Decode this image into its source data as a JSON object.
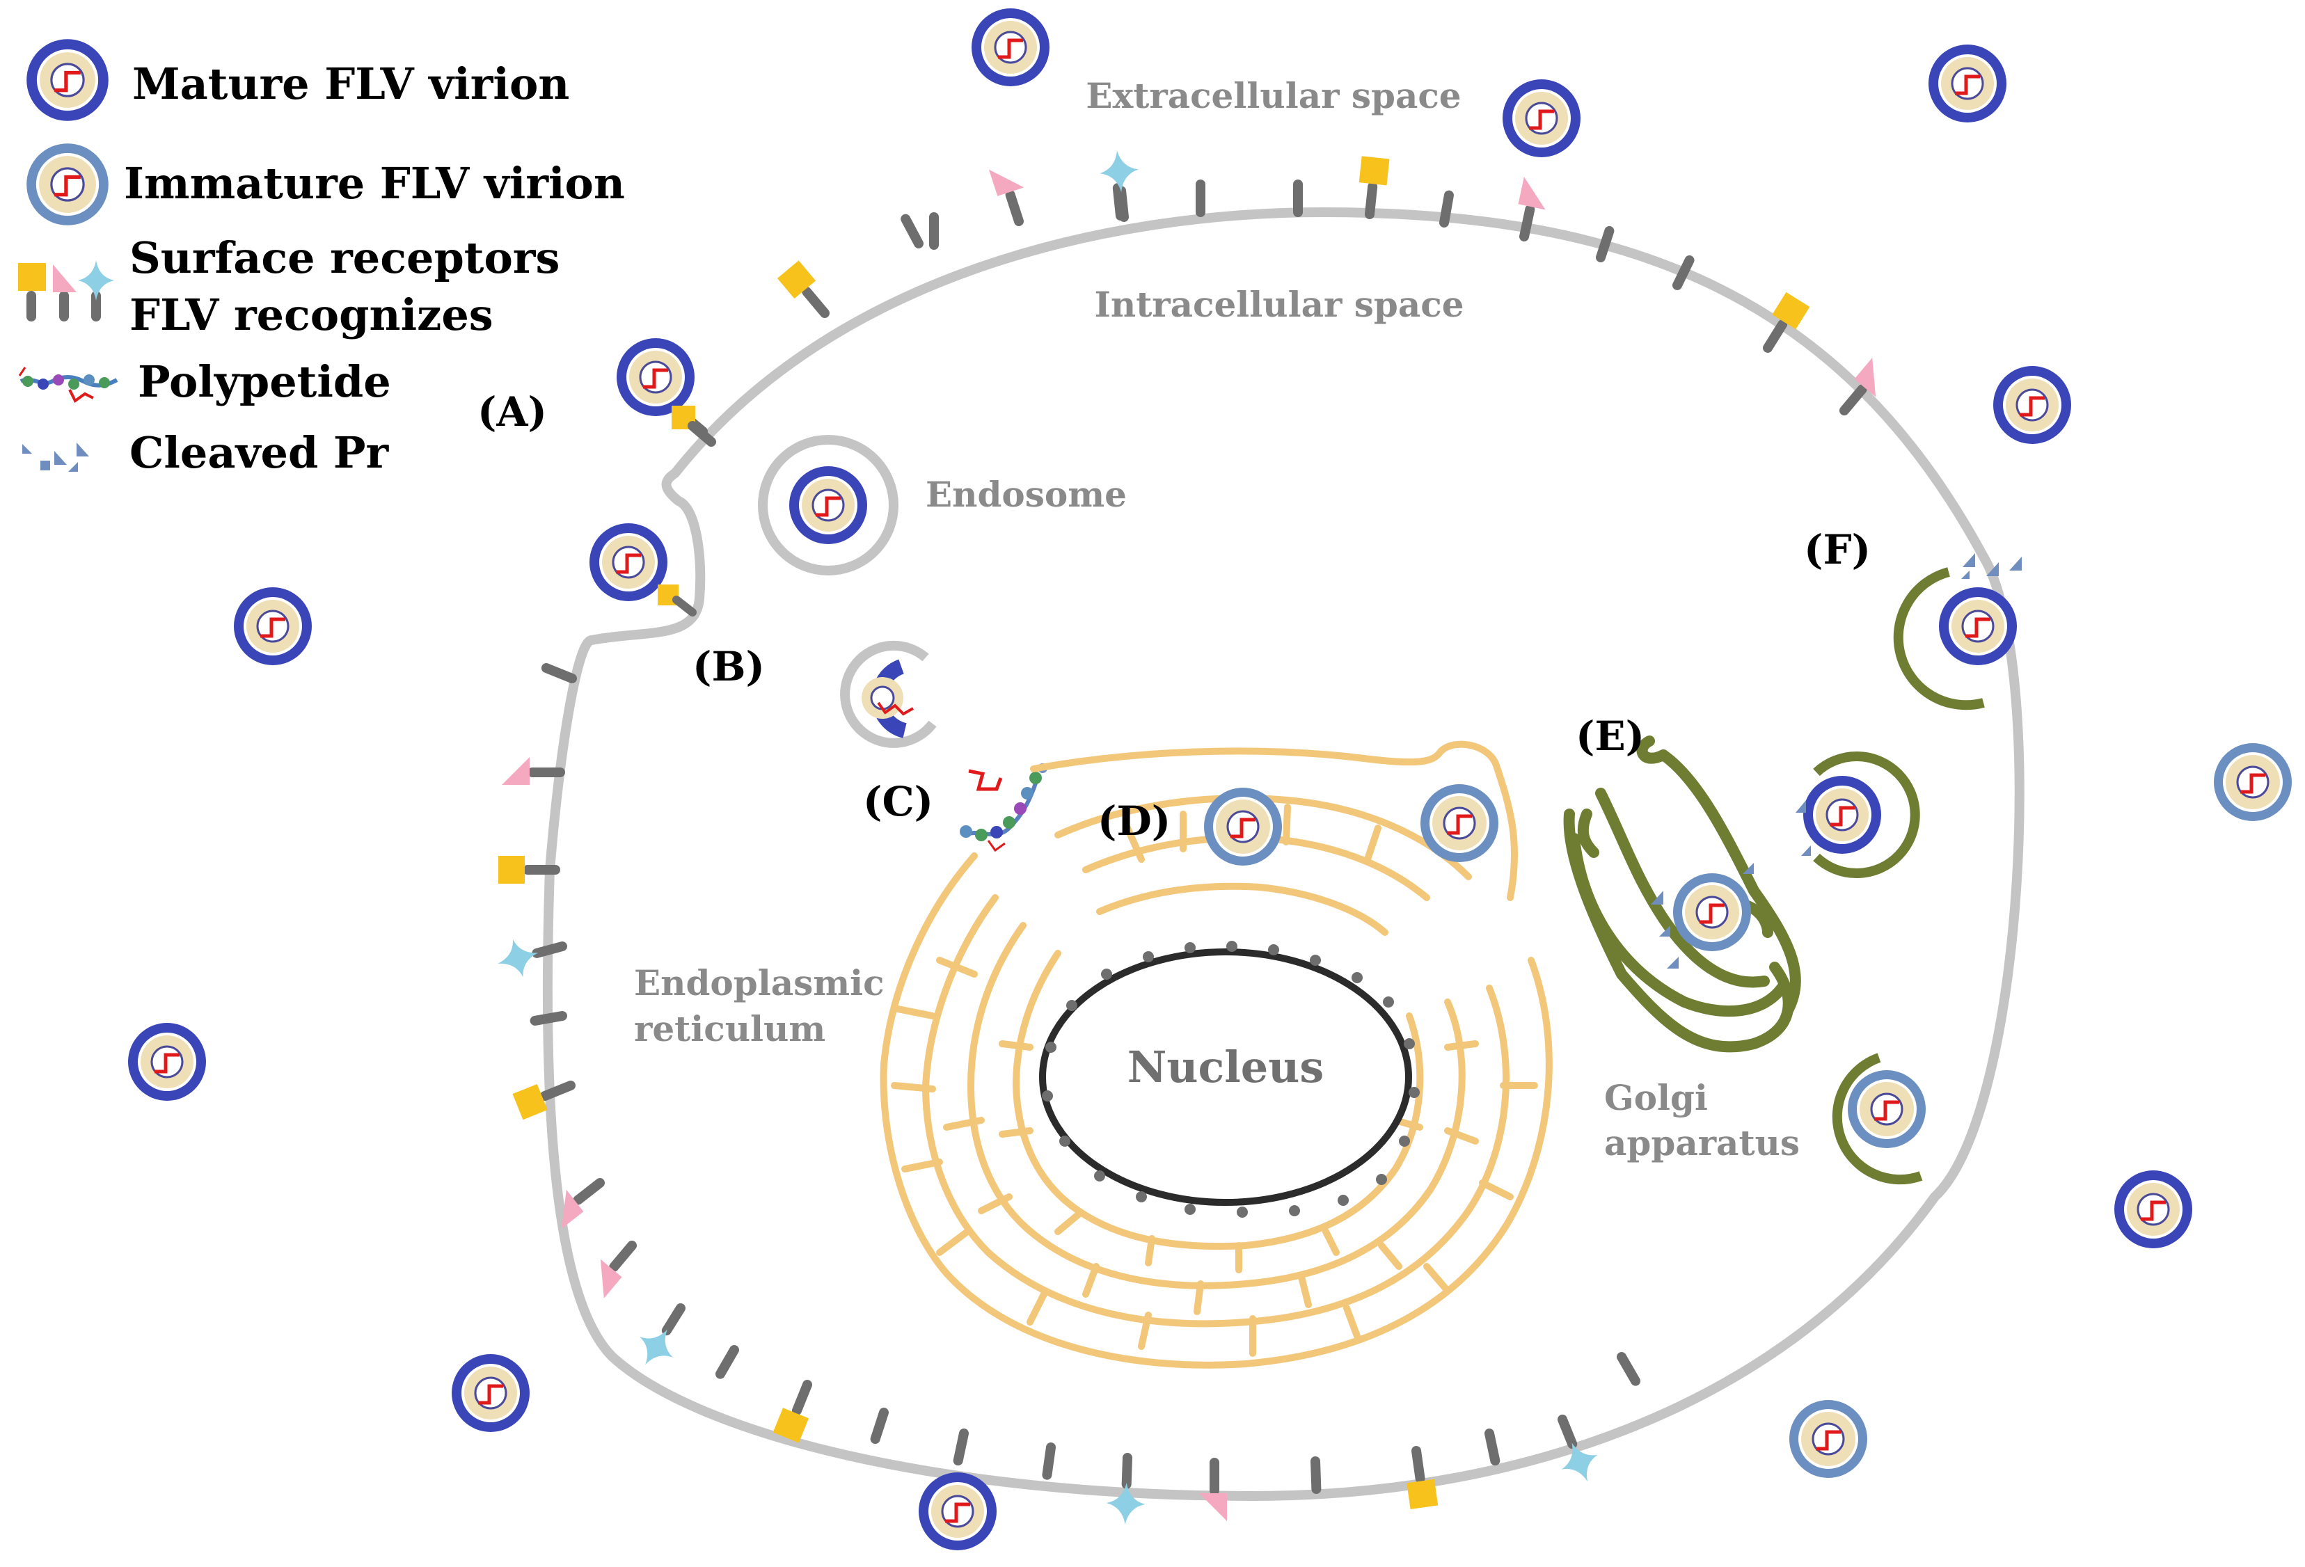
{
  "legend": {
    "mature": "Mature FLV virion",
    "immature": "Immature FLV virion",
    "receptors_line1": "Surface receptors",
    "receptors_line2": "FLV recognizes",
    "polypeptide": "Polypetide",
    "cleaved": "Cleaved Pr"
  },
  "regions": {
    "extracellular": "Extracellular space",
    "intracellular": "Intracellular space",
    "endosome": "Endosome",
    "er_line1": "Endoplasmic",
    "er_line2": "reticulum",
    "nucleus": "Nucleus",
    "golgi_line1": "Golgi",
    "golgi_line2": "apparatus"
  },
  "steps": {
    "a": "(A)",
    "b": "(B)",
    "c": "(C)",
    "d": "(D)",
    "e": "(E)",
    "f": "(F)"
  },
  "colors": {
    "mature_ring": "#3a46b8",
    "immature_ring": "#6a8fc0",
    "core": "#efdfb6",
    "rna": "#e01a1a",
    "membrane": "#c4c4c4",
    "receptor_stalk": "#6e6e6e",
    "receptor_square": "#f6c21b",
    "receptor_triangle": "#f4a9c0",
    "receptor_star": "#8dd0e6",
    "er": "#f2c77a",
    "golgi": "#6e7d32",
    "nucleus": "#2b2b2b",
    "cleaved_pr": "#6f8dbf"
  },
  "icons": [
    "mature-virion-icon",
    "immature-virion-icon",
    "square-receptor-icon",
    "triangle-receptor-icon",
    "star-receptor-icon",
    "polypeptide-icon",
    "cleaved-pr-icon"
  ]
}
